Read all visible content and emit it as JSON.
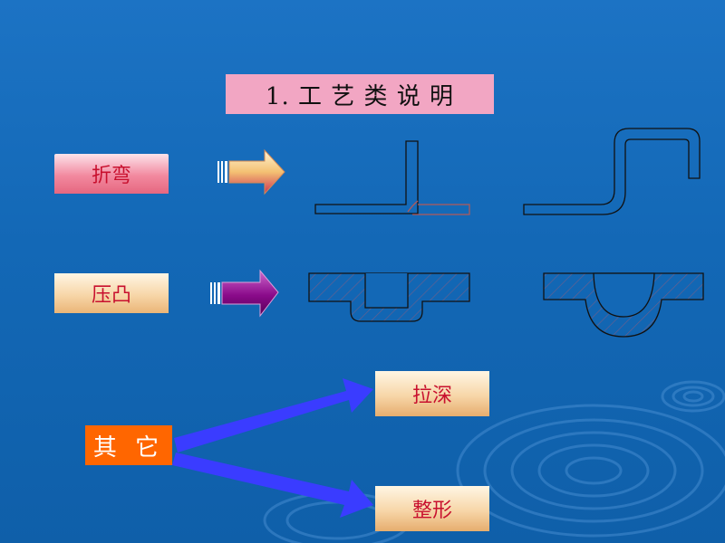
{
  "title": "1. 工  艺  类  说  明",
  "labels": {
    "bend": "折弯",
    "emboss": "压凸",
    "deep_draw": "拉深",
    "shaping": "整形",
    "other": "其  它"
  },
  "colors": {
    "background": "#1368b6",
    "title_box": "#f2a6c3",
    "label_text": "#c8102e",
    "other_box": "#ff6600",
    "arrow_blue": "#3a3cff"
  },
  "icons": {
    "bend_arrow": "right-arrow-icon",
    "emboss_arrow": "right-arrow-icon"
  }
}
